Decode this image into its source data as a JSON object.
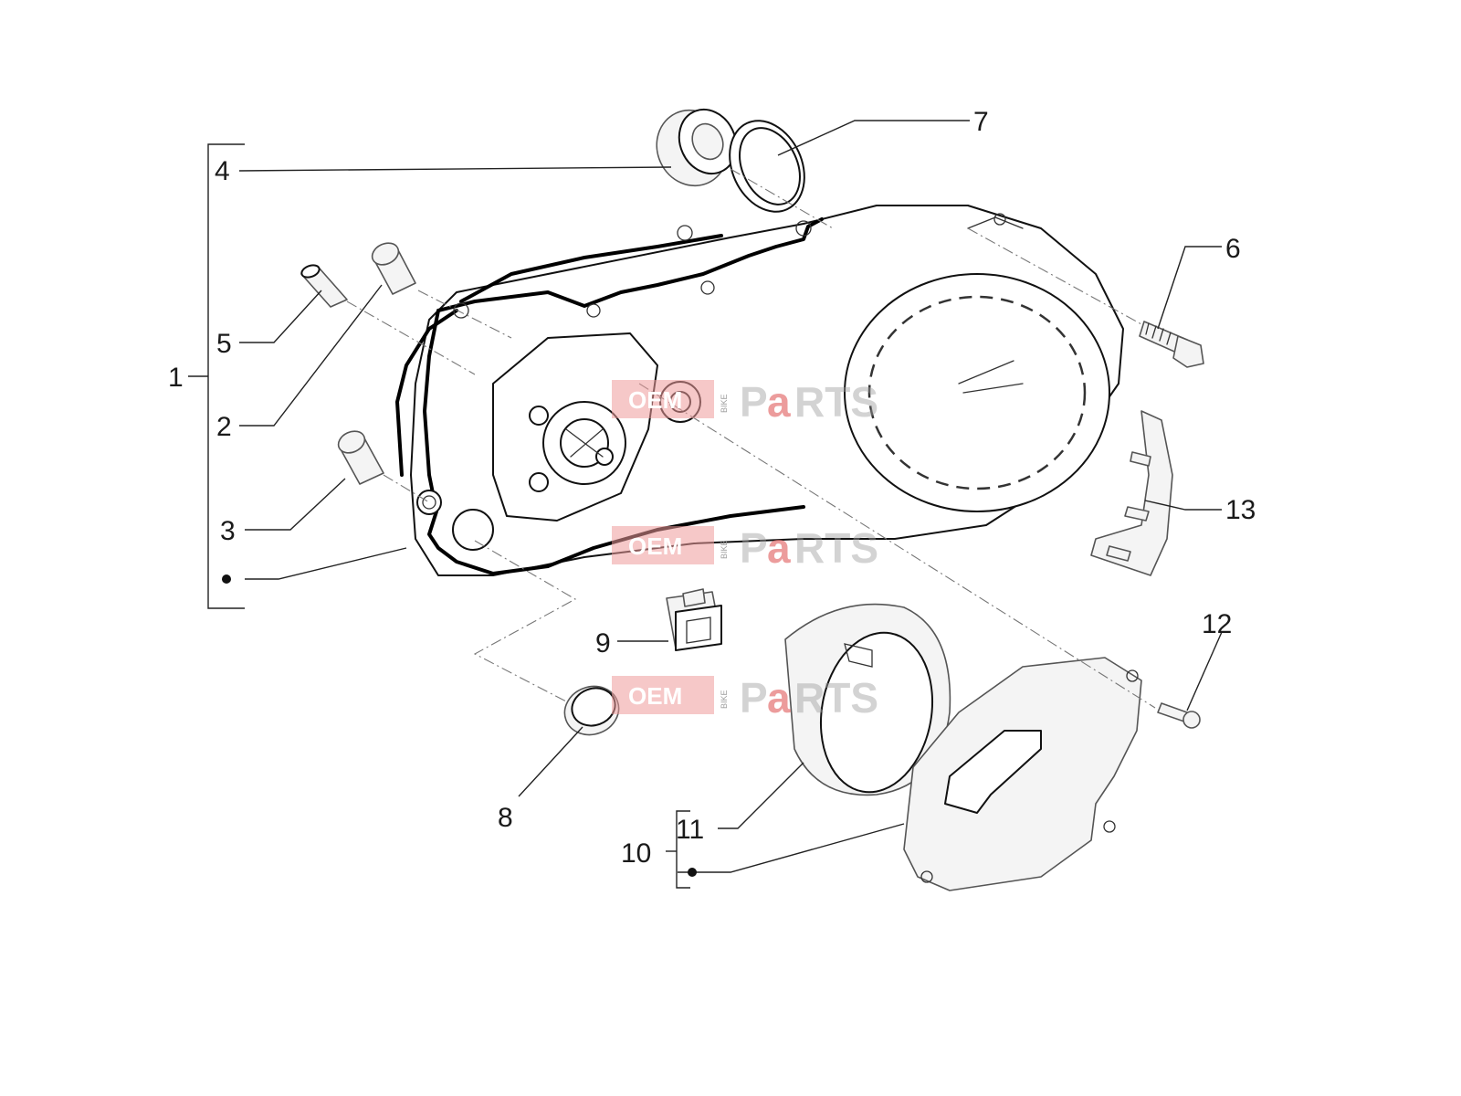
{
  "callouts": {
    "c1": "1",
    "c2": "2",
    "c3": "3",
    "c4": "4",
    "c5": "5",
    "c6": "6",
    "c7": "7",
    "c8": "8",
    "c9": "9",
    "c10": "10",
    "c11": "11",
    "c12": "12",
    "c13": "13"
  },
  "watermark": {
    "oem": "OEM",
    "bike": "BIKE",
    "parts_p": "P",
    "parts_a": "a",
    "parts_rts": "RTS",
    "colors": {
      "oem_bg": "#ef9a9a",
      "a_accent": "#e57373",
      "grey": "#9e9e9e"
    }
  }
}
